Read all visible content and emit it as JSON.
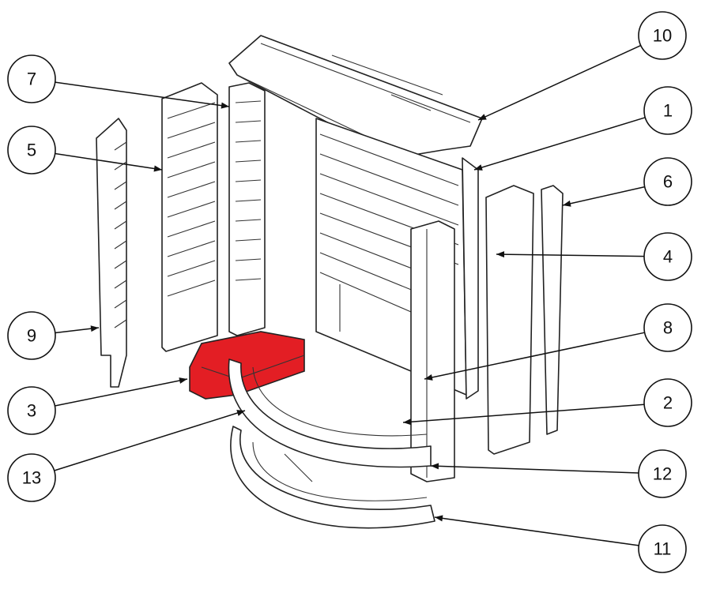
{
  "diagram": {
    "highlight_color": "#e31e24",
    "highlighted_part": "3",
    "callouts": [
      {
        "label": "10"
      },
      {
        "label": "7"
      },
      {
        "label": "1"
      },
      {
        "label": "5"
      },
      {
        "label": "6"
      },
      {
        "label": "4"
      },
      {
        "label": "9"
      },
      {
        "label": "8"
      },
      {
        "label": "3"
      },
      {
        "label": "2"
      },
      {
        "label": "13"
      },
      {
        "label": "12"
      },
      {
        "label": "11"
      }
    ]
  }
}
